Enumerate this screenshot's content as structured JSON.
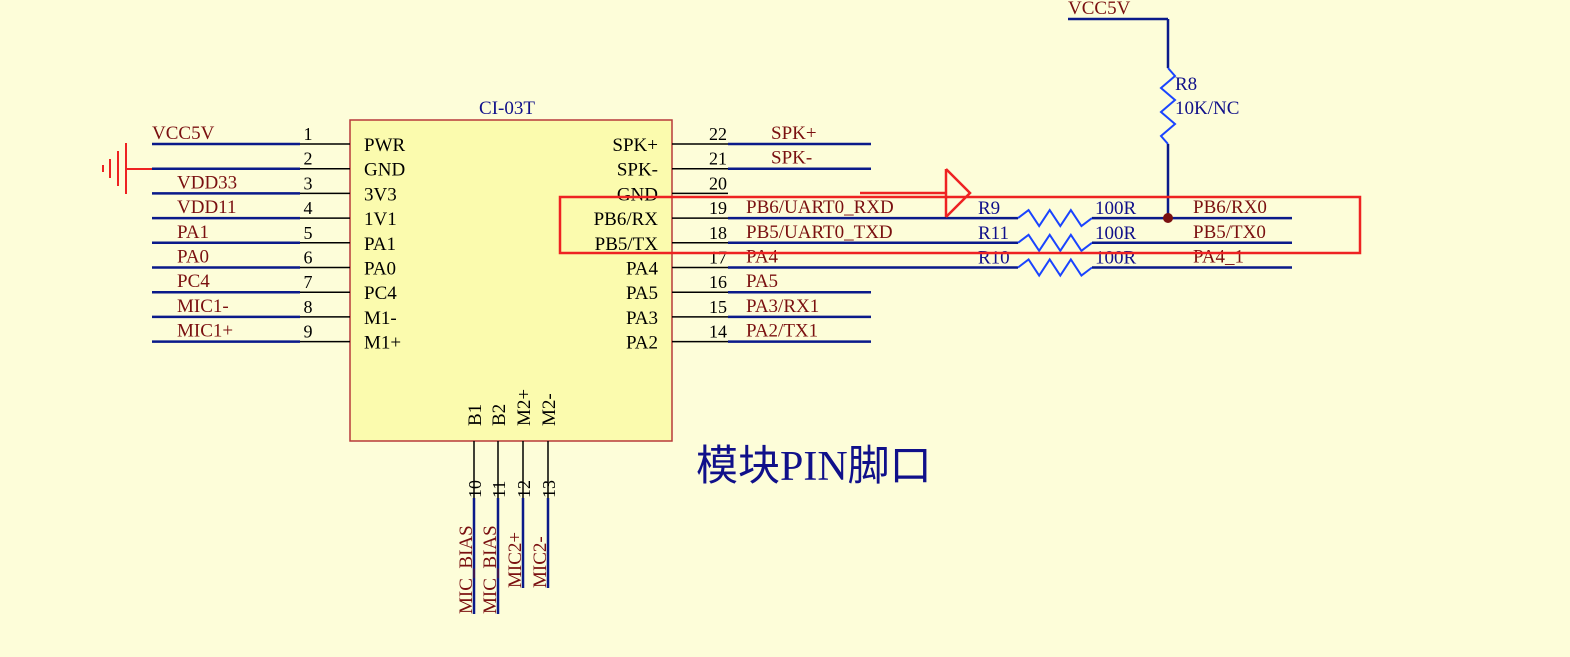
{
  "title": "模块PIN脚口",
  "chip": {
    "name": "CI-03T",
    "fill": "#fbfbae",
    "border": "#b83a3a",
    "left_pins": [
      {
        "num": "1",
        "label": "PWR",
        "net": "VCC5V"
      },
      {
        "num": "2",
        "label": "GND",
        "net": ""
      },
      {
        "num": "3",
        "label": "3V3",
        "net": "VDD33"
      },
      {
        "num": "4",
        "label": "1V1",
        "net": "VDD11"
      },
      {
        "num": "5",
        "label": "PA1",
        "net": "PA1"
      },
      {
        "num": "6",
        "label": "PA0",
        "net": "PA0"
      },
      {
        "num": "7",
        "label": "PC4",
        "net": "PC4"
      },
      {
        "num": "8",
        "label": "M1-",
        "net": "MIC1-"
      },
      {
        "num": "9",
        "label": "M1+",
        "net": "MIC1+"
      }
    ],
    "right_pins": [
      {
        "num": "22",
        "label": "SPK+",
        "net": "SPK+"
      },
      {
        "num": "21",
        "label": "SPK-",
        "net": "SPK-"
      },
      {
        "num": "20",
        "label": "GND",
        "net": ""
      },
      {
        "num": "19",
        "label": "PB6/RX",
        "net": "PB6/UART0_RXD"
      },
      {
        "num": "18",
        "label": "PB5/TX",
        "net": "PB5/UART0_TXD"
      },
      {
        "num": "17",
        "label": "PA4",
        "net": "PA4"
      },
      {
        "num": "16",
        "label": "PA5",
        "net": "PA5"
      },
      {
        "num": "15",
        "label": "PA3",
        "net": "PA3/RX1"
      },
      {
        "num": "14",
        "label": "PA2",
        "net": "PA2/TX1"
      }
    ],
    "bottom_pins": [
      {
        "num": "10",
        "label": "B1",
        "net": "MIC_BIAS"
      },
      {
        "num": "11",
        "label": "B2",
        "net": "MIC_BIAS"
      },
      {
        "num": "12",
        "label": "M2+",
        "net": "MIC2+"
      },
      {
        "num": "13",
        "label": "M2-",
        "net": "MIC2-"
      }
    ]
  },
  "series_resistors": [
    {
      "ref": "R9",
      "value": "100R",
      "net_out": "PB6/RX0"
    },
    {
      "ref": "R11",
      "value": "100R",
      "net_out": "PB5/TX0"
    },
    {
      "ref": "R10",
      "value": "100R",
      "net_out": "PA4_1"
    }
  ],
  "pullup": {
    "ref": "R8",
    "value": "10K/NC",
    "supply": "VCC5V"
  },
  "colors": {
    "background": "#fdfdd9",
    "wire": "#0a1a8a",
    "net_label": "#7a1010",
    "designator": "#10108a",
    "highlight": "#ee2222",
    "resistor": "#1a44ff",
    "ground": "#ee2222",
    "junction": "#7a1010"
  }
}
